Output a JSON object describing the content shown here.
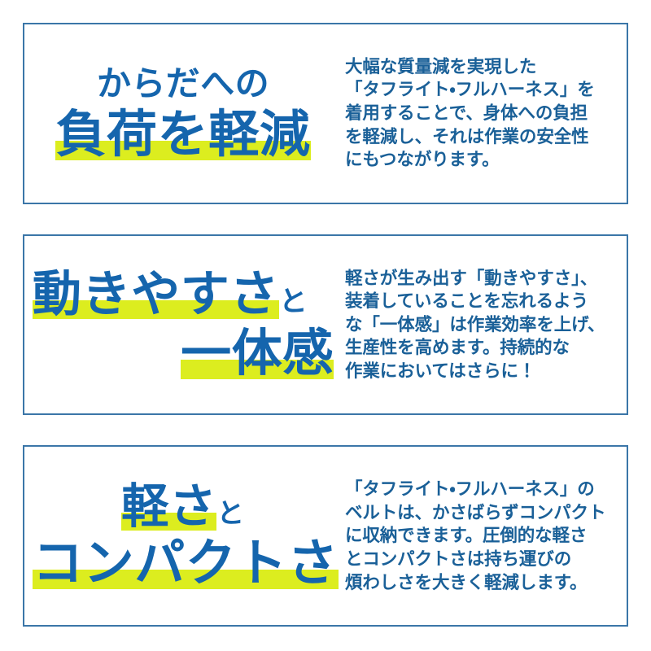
{
  "theme": {
    "background": "#ffffff",
    "card_border": "#3b76a8",
    "heading_blue": "#1565ad",
    "body_blue": "#1a6098",
    "highlight_yellow": "#dced1f"
  },
  "panels": [
    {
      "id": "panel-load-reduction",
      "heading": {
        "line1": "からだへの",
        "line1_highlight": false,
        "line1_align": "center",
        "line2_main": "負荷を軽減",
        "line2_small": "",
        "line2_highlight": true,
        "line2_align": "center"
      },
      "body": [
        "大幅な質量減を実現した",
        "「タフライト・フルハーネス」を",
        "着用することで、身体への負担",
        "を軽減し、それは作業の安全性",
        "にもつながります。"
      ]
    },
    {
      "id": "panel-mobility-unity",
      "heading": {
        "line1_main": "動きやすさ",
        "line1_small": "と",
        "line1_highlight": true,
        "line1_align": "left",
        "line2_main": "一体感",
        "line2_small": "",
        "line2_highlight": true,
        "line2_align": "right"
      },
      "body": [
        "軽さが生み出す「動きやすさ」、",
        "装着していることを忘れるよう",
        "な「一体感」は作業効率を上げ、",
        "生産性を高めます。持続的な",
        "作業においてはさらに！"
      ]
    },
    {
      "id": "panel-light-compact",
      "heading": {
        "line1_main": "軽さ",
        "line1_small": "と",
        "line1_highlight": true,
        "line1_align": "center",
        "line2_main": "コンパクトさ",
        "line2_small": "",
        "line2_highlight": true,
        "line2_align": "left"
      },
      "body": [
        "「タフライト・フルハーネス」の",
        "ベルトは、かさばらずコンパクト",
        "に収納できます。圧倒的な軽さ",
        "とコンパクトさは持ち運びの",
        "煩わしさを大きく軽減します。"
      ]
    }
  ]
}
